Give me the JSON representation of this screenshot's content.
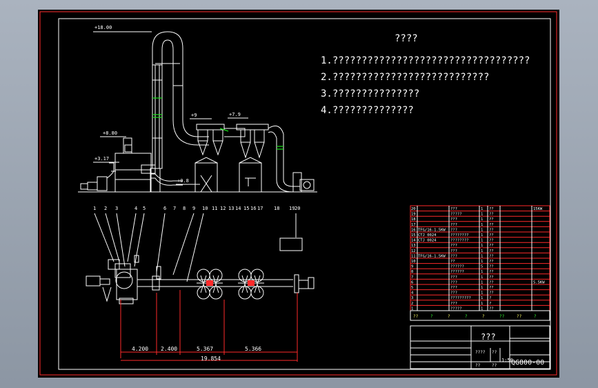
{
  "notes": {
    "title": "????",
    "items": [
      "1.??????????????????????????????????",
      "2.???????????????????????????",
      "3.???????????????",
      "4.??????????????"
    ]
  },
  "elevations": {
    "e1800": "+18.00",
    "e880": "+8.80",
    "e317": "+3.17",
    "e08": "+0.8",
    "e9": "+9",
    "e79": "+7.9"
  },
  "elevation_labels": {
    "top": "+18.00",
    "mid": "+8.80",
    "left": "+3.17",
    "floor": "+0.8",
    "hopper1": "+9",
    "hopper2": "+7.9"
  },
  "part_numbers": [
    "1",
    "2",
    "3",
    "4",
    "5",
    "6",
    "7",
    "8",
    "9",
    "10",
    "11",
    "12",
    "13",
    "14",
    "15",
    "16",
    "17",
    "18",
    "19",
    "20"
  ],
  "dimensions": {
    "d1": "4.200",
    "d2": "2.400",
    "d3": "5.367",
    "d4": "5.366",
    "total": "19.854"
  },
  "bom": {
    "rows": [
      {
        "no": "20",
        "code": "",
        "name": "???",
        "qty": "1",
        "mat": "??",
        "note": "15KW"
      },
      {
        "no": "19",
        "code": "",
        "name": "?????",
        "qty": "1",
        "mat": "??",
        "note": ""
      },
      {
        "no": "18",
        "code": "",
        "name": "???",
        "qty": "1",
        "mat": "??",
        "note": ""
      },
      {
        "no": "17",
        "code": "",
        "name": "???",
        "qty": "1",
        "mat": "??",
        "note": ""
      },
      {
        "no": "16",
        "code": "TFG/16-1.5KW",
        "name": "???",
        "qty": "1",
        "mat": "??",
        "note": ""
      },
      {
        "no": "15",
        "code": "CTJ 0024",
        "name": "????????",
        "qty": "1",
        "mat": "??",
        "note": ""
      },
      {
        "no": "14",
        "code": "CTJ 0024",
        "name": "????????",
        "qty": "1",
        "mat": "??",
        "note": ""
      },
      {
        "no": "13",
        "code": "",
        "name": "???",
        "qty": "1",
        "mat": "??",
        "note": ""
      },
      {
        "no": "12",
        "code": "",
        "name": "???",
        "qty": "1",
        "mat": "??",
        "note": ""
      },
      {
        "no": "11",
        "code": "TFG/16-1.5KW",
        "name": "???",
        "qty": "1",
        "mat": "??",
        "note": ""
      },
      {
        "no": "10",
        "code": "",
        "name": "??",
        "qty": "1",
        "mat": "??",
        "note": ""
      },
      {
        "no": "9",
        "code": "",
        "name": "??????",
        "qty": "5",
        "mat": "??",
        "note": ""
      },
      {
        "no": "8",
        "code": "",
        "name": "??????",
        "qty": "1",
        "mat": "??",
        "note": ""
      },
      {
        "no": "7",
        "code": "",
        "name": "???",
        "qty": "1",
        "mat": "??",
        "note": ""
      },
      {
        "no": "6",
        "code": "",
        "name": "???",
        "qty": "1",
        "mat": "??",
        "note": "5.5KW"
      },
      {
        "no": "5",
        "code": "",
        "name": "???",
        "qty": "1",
        "mat": "??",
        "note": ""
      },
      {
        "no": "4",
        "code": "",
        "name": "???",
        "qty": "1",
        "mat": "??",
        "note": ""
      },
      {
        "no": "3",
        "code": "",
        "name": "?????????",
        "qty": "1",
        "mat": "?",
        "note": ""
      },
      {
        "no": "2",
        "code": "",
        "name": "???",
        "qty": "1",
        "mat": "?",
        "note": ""
      },
      {
        "no": "1",
        "code": "",
        "name": "?????",
        "qty": "1",
        "mat": "??",
        "note": ""
      }
    ],
    "header": [
      "??",
      "?",
      "?",
      "?",
      "?",
      "??",
      "??",
      "?"
    ]
  },
  "title_block": {
    "name": "???",
    "drawing_no": "QG800-00",
    "scale": "1:50",
    "cells": [
      "????",
      "??",
      "??",
      "??"
    ]
  }
}
